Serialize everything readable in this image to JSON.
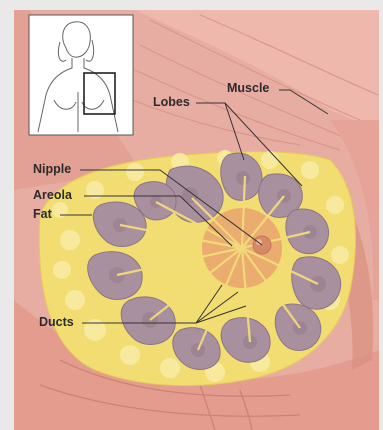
{
  "labels": {
    "muscle": "Muscle",
    "lobes": "Lobes",
    "nipple": "Nipple",
    "areola": "Areola",
    "fat": "Fat",
    "ducts": "Ducts"
  },
  "colors": {
    "background": "#e9e9e9",
    "muscle": "#e6a79c",
    "muscle_dark": "#cf8476",
    "fat": "#f3e07a",
    "fat_light": "#f7ea9c",
    "lobule": "#a9909e",
    "lobule_dark": "#8f7787",
    "areola": "#e9a36f",
    "nipple": "#d78a68",
    "line": "#333333"
  },
  "icons": {
    "inset": "female-torso-outline-icon"
  }
}
